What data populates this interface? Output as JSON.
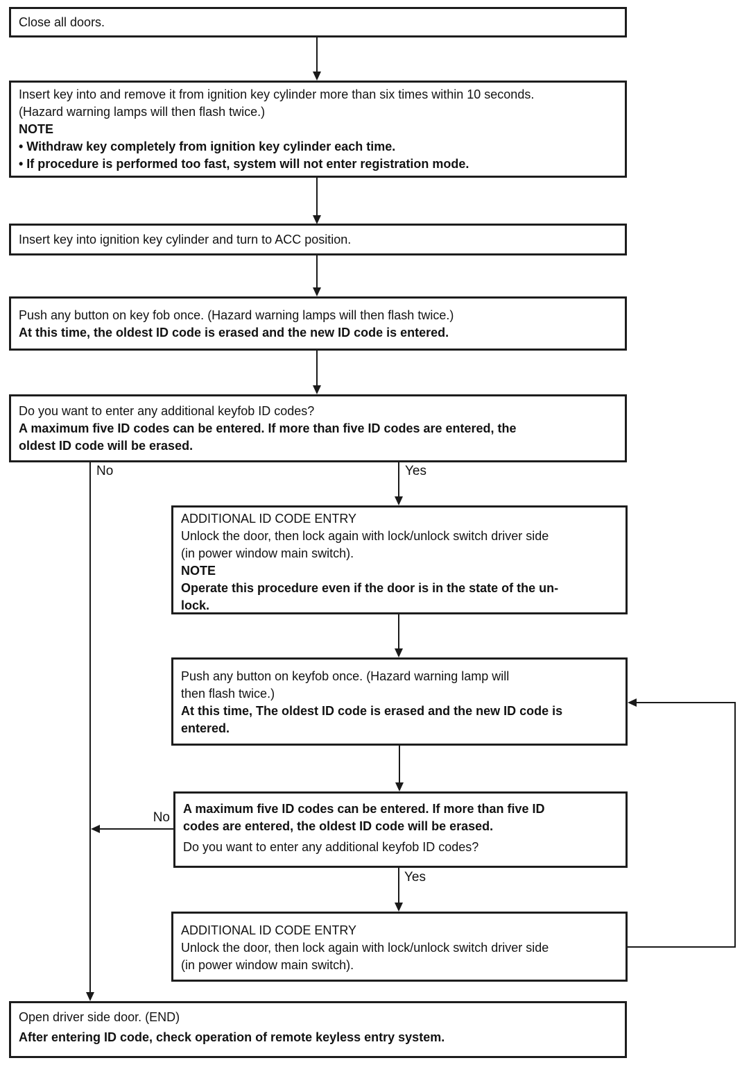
{
  "colors": {
    "ink": "#1a1a1a",
    "paper": "#ffffff"
  },
  "nodes": {
    "close_doors": {
      "l1": "Close all doors."
    },
    "insert_remove_key": {
      "l1": "Insert key into and remove it from ignition key cylinder more than six times within 10 seconds.",
      "l2": "(Hazard warning lamps will then flash twice.)",
      "l3": "NOTE",
      "l4": "• Withdraw key completely from ignition key cylinder each time.",
      "l5": "• If procedure is performed too fast, system will not enter registration mode."
    },
    "acc_position": {
      "l1": "Insert key into ignition key cylinder and turn to ACC position."
    },
    "push_key_fob": {
      "l1": "Push any button on key fob once. (Hazard warning lamps will then flash twice.)",
      "l2": "At this time, the oldest ID code is erased and the new ID code is entered."
    },
    "additional_question_1": {
      "l1": "Do you want to enter any additional keyfob ID codes?",
      "l2": "A maximum five ID codes can be entered. If more than five ID codes are entered, the",
      "l3": "oldest ID code will be erased."
    },
    "additional_entry_1": {
      "l1": "ADDITIONAL ID CODE ENTRY",
      "l2": "Unlock the door, then lock again with lock/unlock switch driver side",
      "l3": "(in power window main switch).",
      "l4": "NOTE",
      "l5": "Operate this procedure even if the door is in the state of the un-",
      "l6": "lock."
    },
    "push_keyfob_2": {
      "l1": "Push any button on keyfob once. (Hazard warning lamp will",
      "l2": "then flash twice.)",
      "l3": "At this time, The oldest ID code is erased and the new ID code is",
      "l4": "entered."
    },
    "additional_question_2": {
      "l1": "A maximum five ID codes can be entered. If more than five ID",
      "l2": "codes are entered, the oldest ID code will be erased.",
      "l3": "Do you want to enter any additional keyfob ID codes?"
    },
    "additional_entry_2": {
      "l1": "ADDITIONAL ID CODE ENTRY",
      "l2": "Unlock the door, then lock again with lock/unlock switch driver side",
      "l3": "(in power window main switch)."
    },
    "open_door_end": {
      "l1": "Open driver side door. (END)",
      "l2": "After entering ID code, check operation of remote keyless entry system."
    }
  },
  "labels": {
    "no1": "No",
    "yes1": "Yes",
    "no2": "No",
    "yes2": "Yes"
  }
}
